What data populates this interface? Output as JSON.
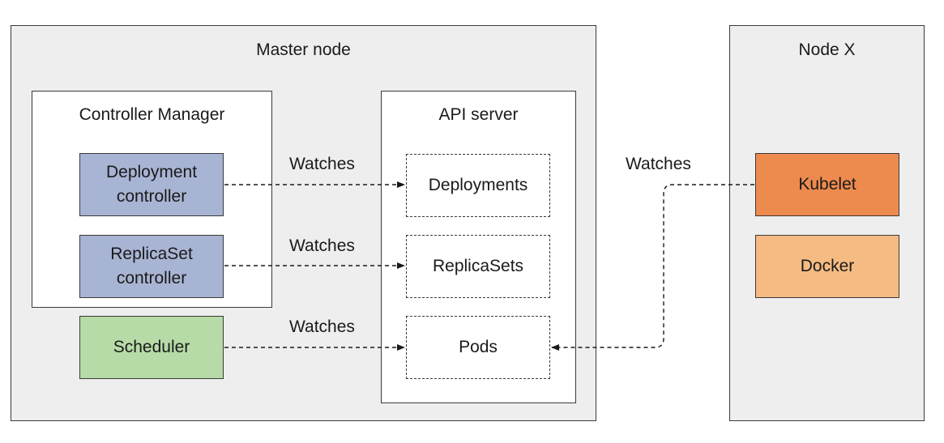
{
  "master_node": {
    "title": "Master node",
    "controller_manager": {
      "title": "Controller Manager",
      "deployment_controller": "Deployment controller",
      "replicaset_controller": "ReplicaSet controller"
    },
    "scheduler": "Scheduler",
    "api_server": {
      "title": "API server",
      "deployments": "Deployments",
      "replicasets": "ReplicaSets",
      "pods": "Pods"
    }
  },
  "node_x": {
    "title": "Node X",
    "kubelet": "Kubelet",
    "docker": "Docker"
  },
  "edges": {
    "deployment_watches": "Watches",
    "replicaset_watches": "Watches",
    "scheduler_watches": "Watches",
    "kubelet_watches": "Watches"
  },
  "colors": {
    "controller_fill": "#a8b4d3",
    "scheduler_fill": "#b6dba7",
    "kubelet_fill": "#ed8a4d",
    "docker_fill": "#f5bb82",
    "region_fill": "#eeeeee"
  }
}
